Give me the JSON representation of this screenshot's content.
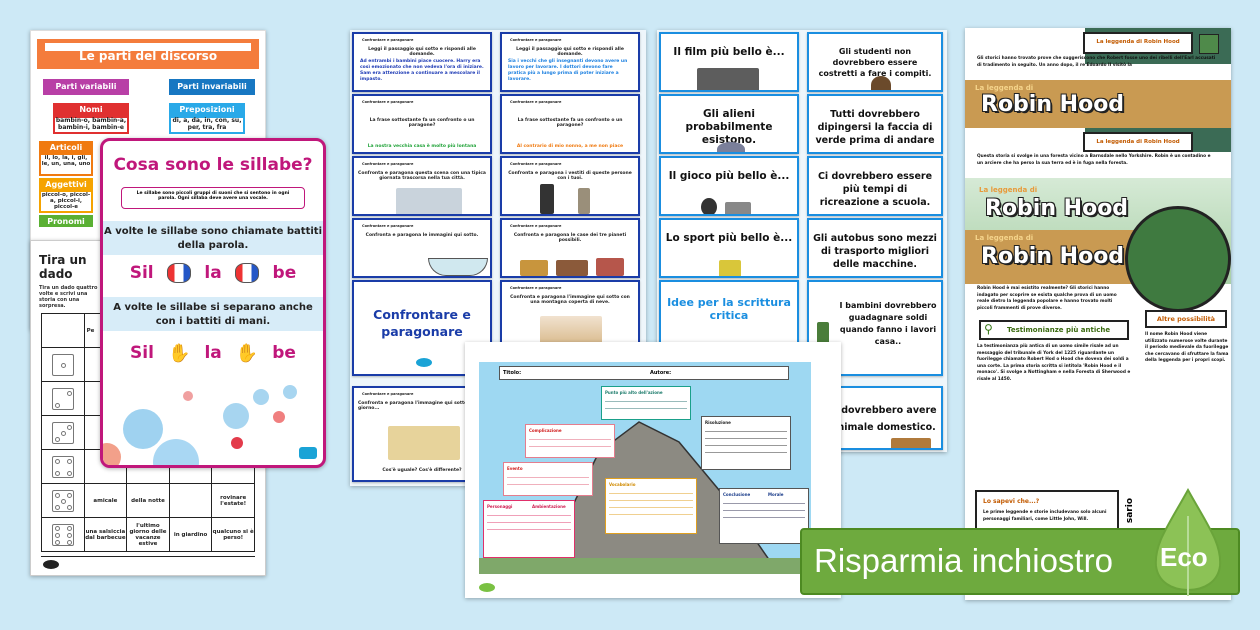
{
  "parti": {
    "title": "Le parti del discorso",
    "variabili": "Parti variabili",
    "invariabili": "Parti invariabili",
    "nomi": "Nomi",
    "nomi_ex": "bambin-o, bambin-a, bambin-i, bambin-e",
    "preposizioni": "Preposizioni",
    "prep_ex": "di, a, da, in, con, su, per, tra, fra",
    "articoli": "Articoli",
    "art_ex": "il, lo, la, i, gli, le, un, una, uno",
    "aggettivi": "Aggettivi",
    "agg_ex": "piccol-o, piccol-a, piccol-i, piccol-e",
    "pronomi": "Pronomi"
  },
  "dice": {
    "title": "Tira un dado",
    "instructions": "Tira un dado quattro volte e scrivi una storia con una sorpresa.",
    "col_header": "Pe",
    "row5": [
      "amicale",
      "della notte",
      "",
      "rovinare l'estate!"
    ],
    "row6": [
      "una salsiccia dal barbecue",
      "l'ultimo giorno delle vacanze estive",
      "in giardino",
      "qualcuno si è perso!"
    ]
  },
  "sillabe": {
    "title": "Cosa sono le sillabe?",
    "definition": "Le sillabe sono piccoli gruppi di suoni che si sentono in ogni parola. Ogni sillaba deve avere una vocale.",
    "band1": "A volte le sillabe sono chiamate battiti della parola.",
    "band2": "A volte le sillabe si separano anche con i battiti di mani.",
    "syl": [
      "Sil",
      "la",
      "be"
    ]
  },
  "confronto": {
    "header": "Confrontare e paragonare",
    "cards": [
      {
        "q": "Leggi il passaggio qui sotto e rispondi alle domande.",
        "a": "Ad entrambi i bambini piace cuocere. Harry era così emozionato che non vedeva l'ora di iniziare. Sam era attenzione a continuare a mescolare il impasto.",
        "color": "#1d3ab5"
      },
      {
        "q": "Leggi il passaggio qui sotto e rispondi alle domande.",
        "a": "Sia i vecchi che gli insegnanti devono avere un lavoro per lavorare. I dottori devono fare pratica più a lungo prima di poter iniziare a lavorare.",
        "color": "#1a7fe0"
      },
      {
        "q": "La frase sottostante fa un confronto o un paragone?",
        "a": "La nostra vecchia casa è molto più lontana",
        "color": "#22a33a"
      },
      {
        "q": "La frase sottostante fa un confronto o un paragone?",
        "a": "Al contrario di mio nonno, a me non piace",
        "color": "#f07a10"
      },
      {
        "q": "Confronta e paragona questa scena con una tipica giornata trascorsa nella tua città.",
        "a": "",
        "color": "#222"
      },
      {
        "q": "Confronta e paragona i vestiti di queste persone con i tuoi.",
        "a": "",
        "color": "#222"
      },
      {
        "q": "Confronta e paragona le immagini qui sotto.",
        "a": "",
        "color": "#222"
      },
      {
        "q": "Confronta e paragona le case dei tre pianeti possibili.",
        "a": "",
        "color": "#222"
      },
      {
        "q": "Confronta e paragona l'immagine qui sotto con una montagna coperta di neve.",
        "a": "",
        "color": "#222"
      },
      {
        "q": "Confronta e paragona l'immagine qui sotto con un giorno...",
        "a": "Cos'è uguale? Cos'è differente?",
        "color": "#222"
      }
    ],
    "title_card": "Confrontare e paragonare"
  },
  "critica": {
    "header": "Idee per la scrittura critica",
    "cards": [
      "Il film più bello è...",
      "Gli studenti non dovrebbero essere costretti a fare i compiti.",
      "Gli alieni probabilmente esistono.",
      "Tutti dovrebbero dipingersi la faccia di verde prima di andare",
      "Il gioco più bello è...",
      "Ci dovrebbero essere più tempi di ricreazione a scuola.",
      "Lo sport più bello è...",
      "Gli autobus sono mezzi di trasporto migliori delle macchine.",
      "I bambini dovrebbero guadagnare soldi quando fanno i lavori casa..",
      "Tutti dovrebbero avere un animale domestico."
    ],
    "title_card": "Idee per la scrittura critica"
  },
  "mountain": {
    "titolo": "Titolo:",
    "autore": "Autore:",
    "boxes": {
      "punto": "Punto più alto dell'azione",
      "complicazione": "Complicazione",
      "evento": "Evento",
      "risoluzione": "Risoluzione",
      "vocabolario": "Vocabolario",
      "personaggi": "Personaggi",
      "ambientazione": "Ambientazione",
      "conclusione": "Conclusione",
      "morale": "Morale"
    }
  },
  "robin": {
    "header_label": "La leggenda di Robin Hood",
    "subtitle": "La leggenda di",
    "title": "Robin Hood",
    "p_top1": "Gli storici hanno trovato prove che suggeriscono che Robert fosse uno dei ribelli dell'Earl accusati di tradimento in seguito. Un anno dopo, il re Edoardo II visitò la",
    "p_top2": "Questa storia si svolge in una foresta vicino a Barnsdale nello Yorkshire. Robin è un contadino e un arciere che ha perso la sua terra ed è in fuga nella foresta.",
    "intro": "Robin Hood è mai esistito realmente? Gli storici hanno indagato per scoprire se esista qualche prova di un uomo reale dietro la leggenda popolare e hanno trovato molti piccoli frammenti di prove diverse.",
    "testimonianze": "Testimonianze più antiche",
    "body": "La testimonianza più antica di un uomo simile risale ad un messaggio del tribunale di York del 1225 riguardante un fuorilegge chiamato Robert Hod o Hood che doveva dei soldi a una corte. La prima storia scritta si intitola 'Robin Hood e il monaco'. Si svolge a Nottingham e nella Foresta di Sherwood e risale al 1450.",
    "altre": "Altre possibilità",
    "altre_text": "Il nome Robin Hood viene utilizzato numerose volte durante il periodo medievale da fuorilegge che cercavano di sfruttare la fama della leggenda per i propri scopi.",
    "sapevi": "Lo sapevi che...?",
    "sapevi_text": "Le prime leggende e storie includevano solo alcuni personaggi familiari, come Little John, Will.",
    "glossario": "sario"
  },
  "banner": {
    "text": "Risparmia inchiostro",
    "eco": "Eco"
  }
}
